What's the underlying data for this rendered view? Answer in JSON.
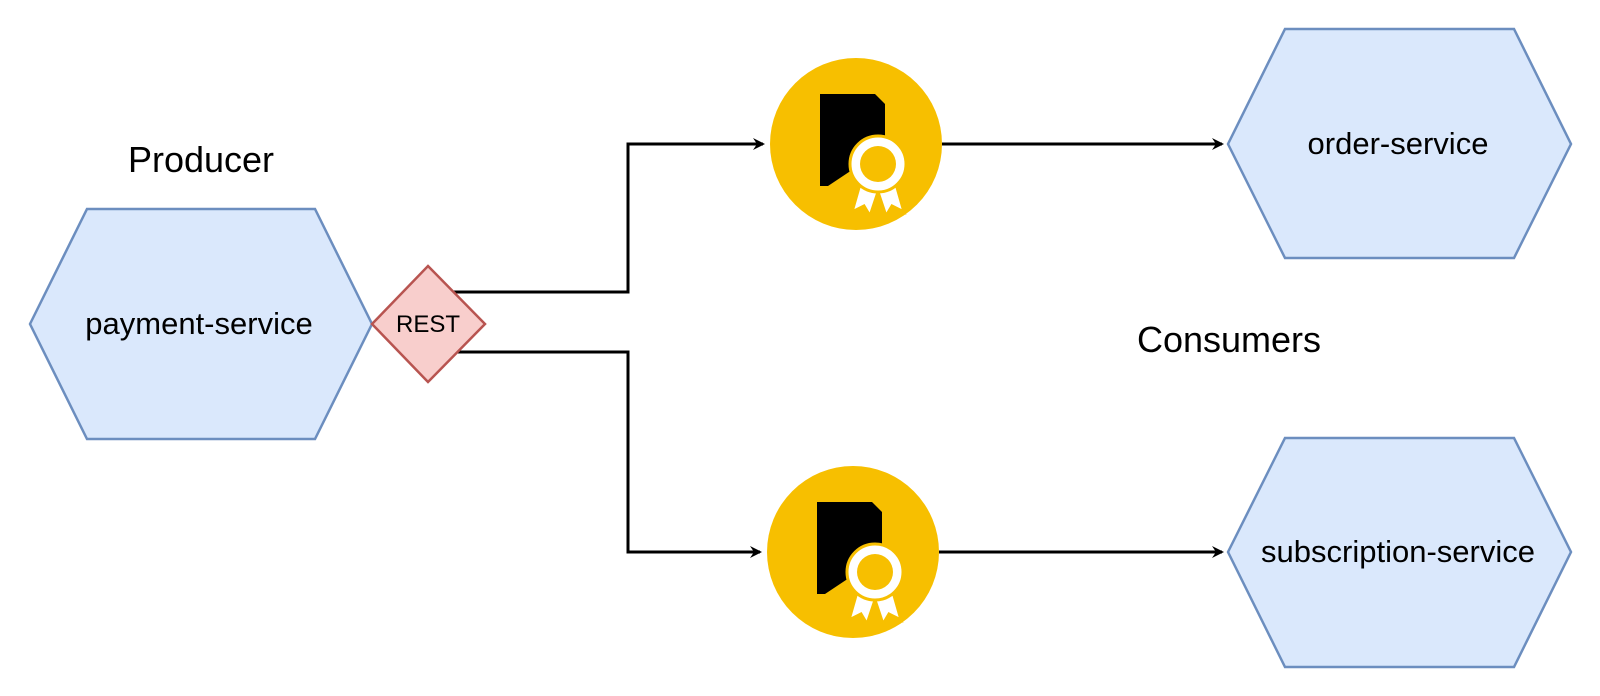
{
  "diagram": {
    "groups": {
      "producer": "Producer",
      "consumers": "Consumers"
    },
    "nodes": {
      "payment_service": "payment-service",
      "order_service": "order-service",
      "subscription_service": "subscription-service"
    },
    "rest_label": "REST",
    "icons": {
      "contract_top": "contract-icon",
      "contract_bottom": "contract-icon"
    },
    "colors": {
      "service_fill": "#dae8fc",
      "service_stroke": "#6c8ebf",
      "rest_fill": "#f8cecc",
      "rest_stroke": "#b85450",
      "contract": "#f7bf00"
    }
  }
}
